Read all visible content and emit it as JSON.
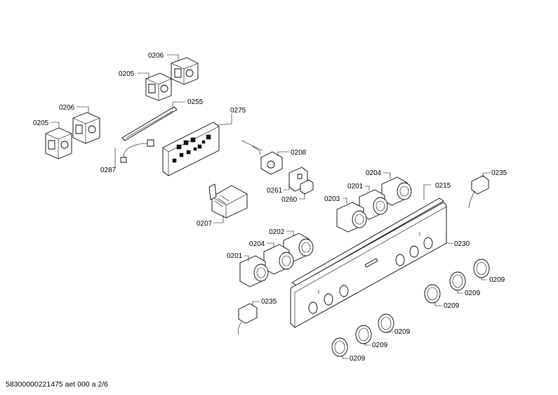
{
  "labels": {
    "l0206a": "0206",
    "l0205a": "0205",
    "l0206b": "0206",
    "l0205b": "0205",
    "l0255": "0255",
    "l0275": "0275",
    "l0287": "0287",
    "l0208": "0208",
    "l0261": "0261",
    "l0260": "0260",
    "l0207": "0207",
    "l0204a": "0204",
    "l0201a": "0201",
    "l0203": "0203",
    "l0215": "0215",
    "l0235a": "0235",
    "l0230": "0230",
    "l0202": "0202",
    "l0204b": "0204",
    "l0201b": "0201",
    "l0235b": "0235",
    "l0209a": "0209",
    "l0209b": "0209",
    "l0209c": "0209",
    "l0209d": "0209",
    "l0209e": "0209",
    "l0209f": "0209"
  },
  "footer": "58300000221475 aet 000 a 2/6"
}
